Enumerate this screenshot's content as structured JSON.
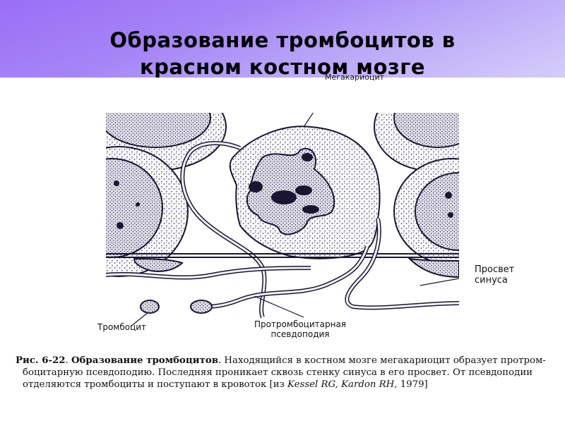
{
  "slide": {
    "title_line1": "Образование тромбоцитов в",
    "title_line2": "красном костном мозге",
    "header_gradient": [
      "#9b6ef6",
      "#d4cdfb"
    ]
  },
  "figure": {
    "labels": {
      "megakaryocyte": "Мегакариоцит",
      "sinus_lumen_line1": "Просвет",
      "sinus_lumen_line2": "синуса",
      "platelet": "Тромбоцит",
      "pseudopodia_line1": "Протромбоцитарная",
      "pseudopodia_line2": "псевдоподия"
    }
  },
  "caption": {
    "fig_number": "Рис. 6-22",
    "fig_title": "Образование тромбоцитов",
    "line1_rest": ". Находящийся в костном мозге мегакариоцит образует протром-",
    "line2": "боцитарную псевдоподию. Последняя проникает сквозь стенку синуса в его просвет. От псевдоподии",
    "line3_start": "отделяются тромбоциты и поступают в кровоток [из ",
    "authors": "Kessel RG, Kardon RH",
    "line3_end": ", 1979]"
  }
}
